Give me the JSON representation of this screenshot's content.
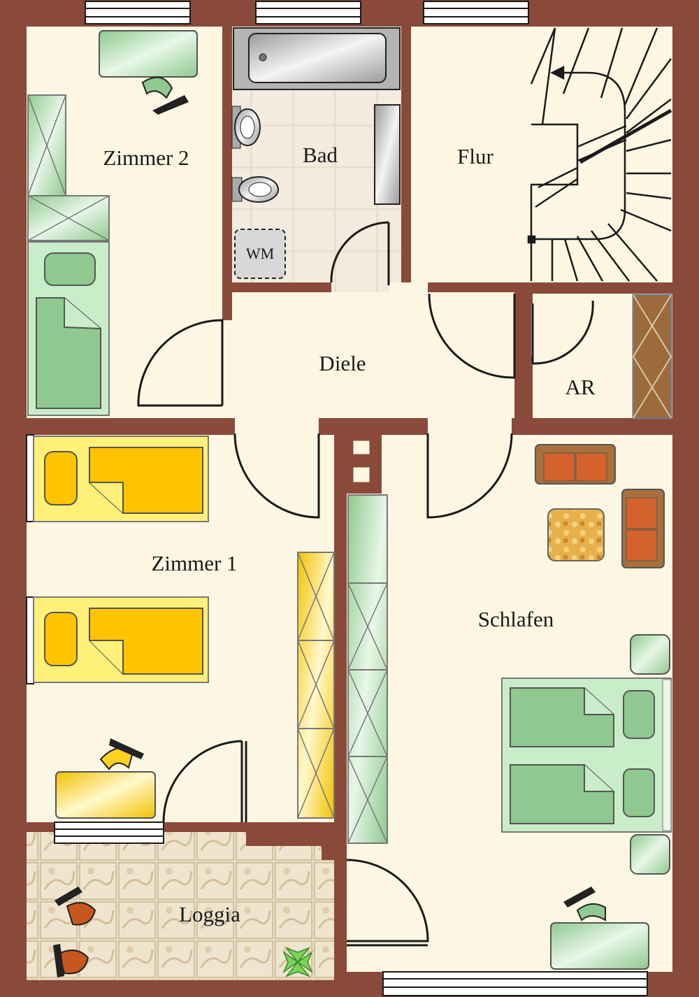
{
  "rooms": {
    "zimmer2": "Zimmer 2",
    "bad": "Bad",
    "flur": "Flur",
    "diele": "Diele",
    "ar": "AR",
    "zimmer1": "Zimmer 1",
    "schlafen": "Schlafen",
    "loggia": "Loggia"
  },
  "fixtures": {
    "washing_machine": "WM"
  },
  "colors": {
    "wall": "#8a4a3a",
    "floor": "#fdf6e3",
    "bath_tile": "#ece3d3",
    "green_furniture": "#9fd49f",
    "yellow_furniture": "#ffd21f",
    "orange_sofa": "#d4622c",
    "stair_outline": "#1a1a1a"
  }
}
